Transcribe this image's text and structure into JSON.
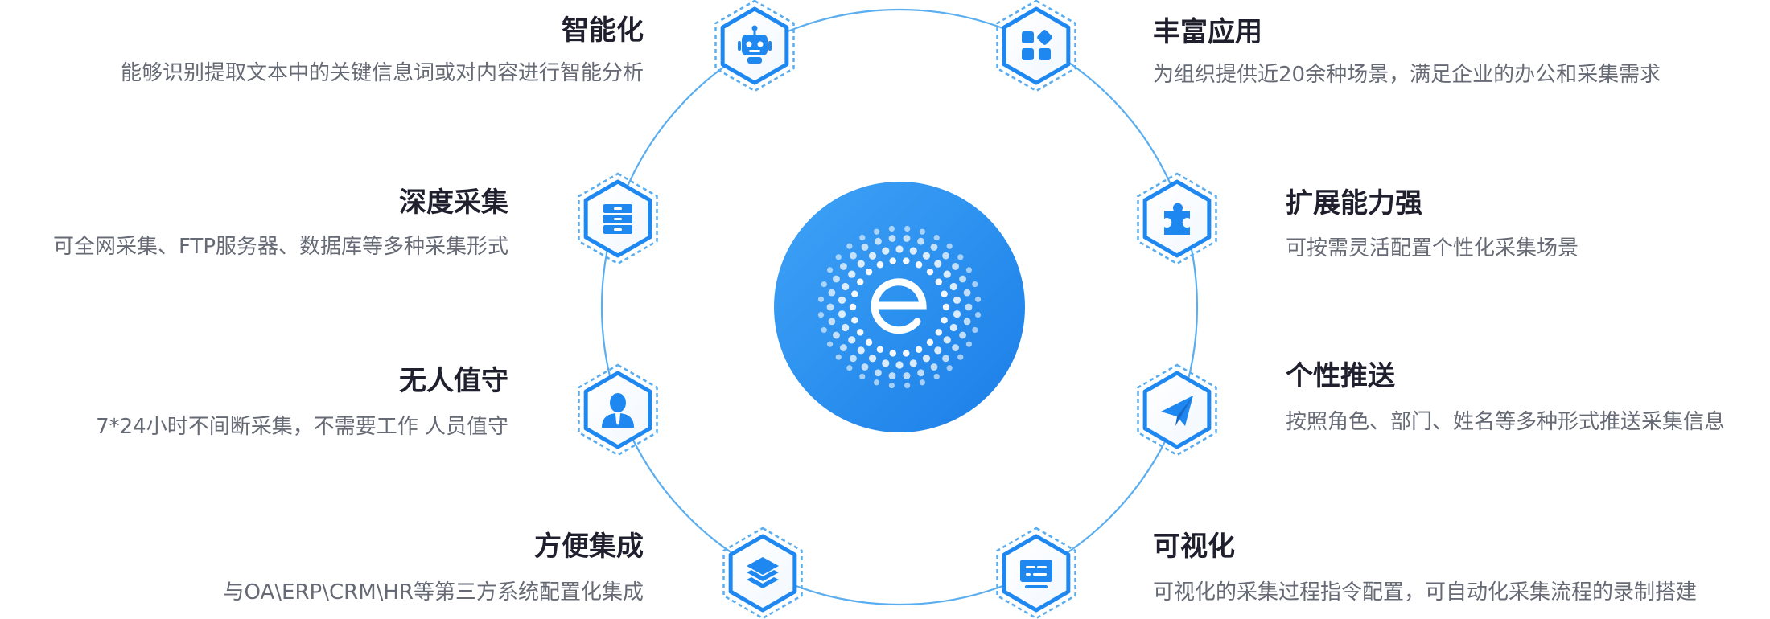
{
  "colors": {
    "primary": "#1e88f0",
    "primary_light": "#42a5f5",
    "ring": "#5aaef0",
    "title": "#1f1f2e",
    "desc": "#666a75"
  },
  "center": {
    "logo_name": "e-logo-icon"
  },
  "features": {
    "intel": {
      "title": "智能化",
      "desc": "能够识别提取文本中的关键信息词或对内容进行智能分析",
      "icon": "robot-icon"
    },
    "deep": {
      "title": "深度采集",
      "desc": "可全网采集、FTP服务器、数据库等多种采集形式",
      "icon": "database-icon"
    },
    "unattended": {
      "title": "无人值守",
      "desc": "7*24小时不间断采集，不需要工作 人员值守",
      "icon": "user-icon"
    },
    "integration": {
      "title": "方便集成",
      "desc": "与OA\\ERP\\CRM\\HR等第三方系统配置化集成",
      "icon": "layers-icon"
    },
    "apps": {
      "title": "丰富应用",
      "desc": "为组织提供近20余种场景，满足企业的办公和采集需求",
      "icon": "apps-icon"
    },
    "extend": {
      "title": "扩展能力强",
      "desc": "可按需灵活配置个性化采集场景",
      "icon": "puzzle-icon"
    },
    "push": {
      "title": "个性推送",
      "desc": "按照角色、部门、姓名等多种形式推送采集信息",
      "icon": "paper-plane-icon"
    },
    "visual": {
      "title": "可视化",
      "desc": "可视化的采集过程指令配置，可自动化采集流程的录制搭建",
      "icon": "monitor-icon"
    }
  }
}
